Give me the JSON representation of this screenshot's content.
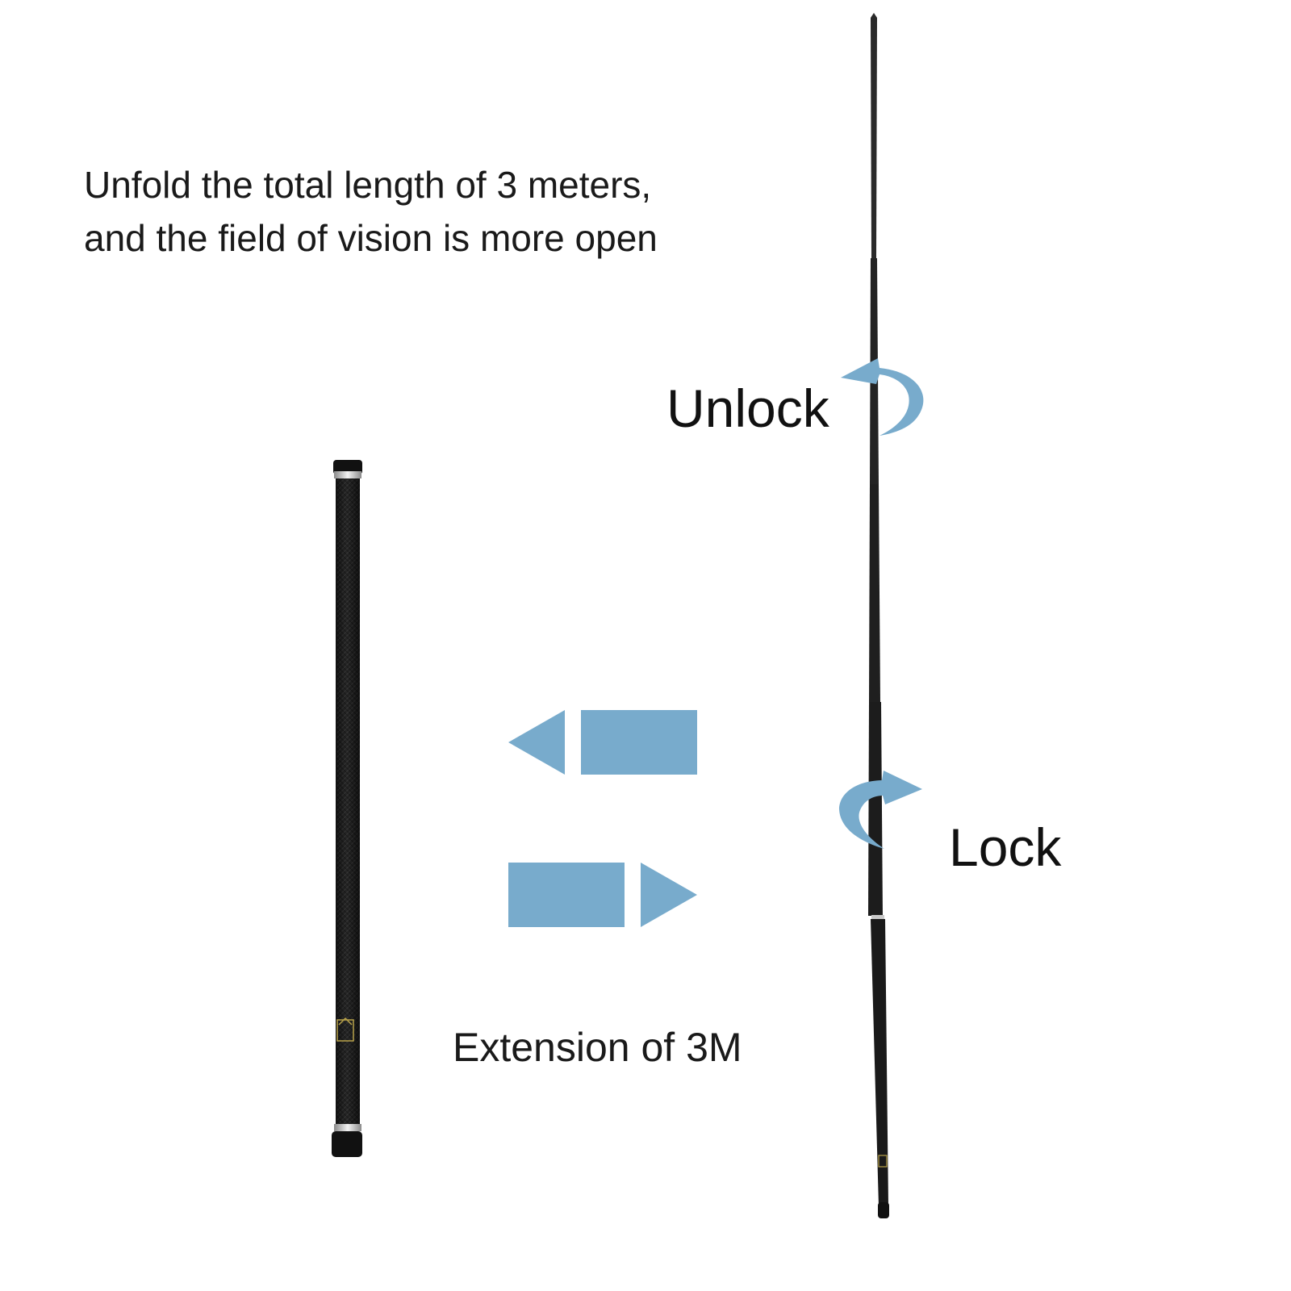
{
  "headline": {
    "line1": "Unfold the total length of 3 meters,",
    "line2": "and the field of vision is more open"
  },
  "labels": {
    "unlock": "Unlock",
    "lock": "Lock",
    "extension": "Extension of 3M"
  },
  "colors": {
    "background": "#ffffff",
    "accent_blue": "#78abcc",
    "pole_black": "#1c1c1c",
    "ring_silver": "#c9c9c9",
    "logo_gold": "#b8a24a"
  },
  "icons": {
    "unlock_arrow": "rotate-arrow-icon",
    "lock_arrow": "rotate-arrow-icon",
    "retract_arrow": "arrow-left-icon",
    "extend_arrow": "arrow-right-icon"
  }
}
